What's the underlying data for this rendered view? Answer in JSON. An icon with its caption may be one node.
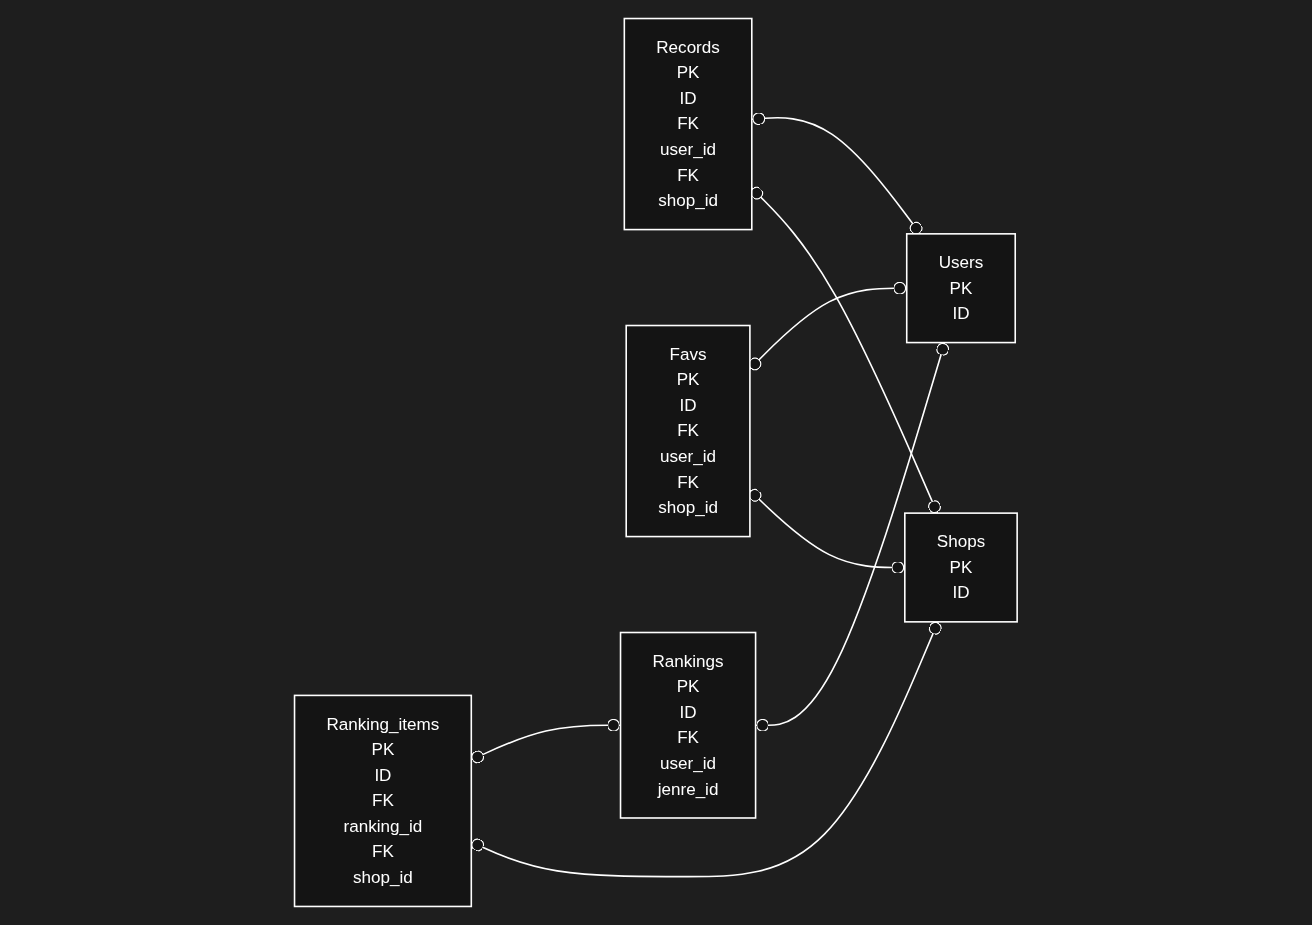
{
  "diagram": {
    "nodes": [
      {
        "text": [
          "Records",
          "PK",
          "ID",
          "FK",
          "user_id",
          "FK",
          "shop_id"
        ]
      },
      {
        "text": [
          "Users",
          "PK",
          "ID"
        ]
      },
      {
        "text": [
          "Favs",
          "PK",
          "ID",
          "FK",
          "user_id",
          "FK",
          "shop_id"
        ]
      },
      {
        "text": [
          "Shops",
          "PK",
          "ID"
        ]
      },
      {
        "text": [
          "Rankings",
          "PK",
          "ID",
          "FK",
          "user_id",
          "jenre_id"
        ]
      },
      {
        "text": [
          "Ranking_items",
          "PK",
          "ID",
          "FK",
          "ranking_id",
          "FK",
          "shop_id"
        ]
      }
    ],
    "edges": [
      {
        "from": 1,
        "to": 0,
        "arrow": "other"
      },
      {
        "from": 1,
        "to": 2,
        "arrow": "other"
      },
      {
        "from": 3,
        "to": 0,
        "arrow": "other"
      },
      {
        "from": 3,
        "to": 2,
        "arrow": "other"
      },
      {
        "from": 1,
        "to": 4,
        "arrow": "other"
      },
      {
        "from": 4,
        "to": 5,
        "arrow": "other"
      },
      {
        "from": 3,
        "to": 5,
        "arrow": "other"
      }
    ]
  }
}
